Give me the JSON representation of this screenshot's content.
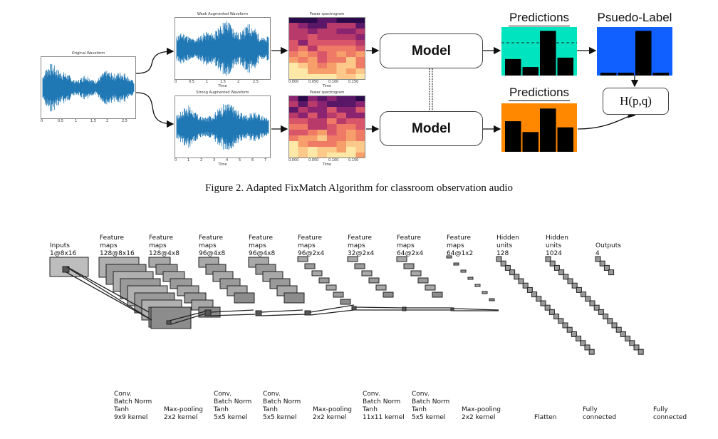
{
  "fixmatch": {
    "original_title": "Original Waveform",
    "original_ticks": [
      "0",
      "0.5",
      "1",
      "1.5",
      "2",
      "2.5"
    ],
    "weak_title": "Weak Augmented Waveform",
    "weak_ticks": [
      "0",
      "0.5",
      "1",
      "1.5",
      "2",
      "2.5"
    ],
    "strong_title": "Strong Augmented Waveform",
    "strong_ticks": [
      "0",
      "1",
      "2",
      "3",
      "4",
      "5",
      "6",
      "7"
    ],
    "time_label": "Time",
    "spectro_title": "Power spectrogram",
    "spectro_ticks": [
      "0.000",
      "0.050",
      "0.100",
      "0.150"
    ],
    "model_label": "Model",
    "predictions_title": "Predictions",
    "pseudo_label_title": "Psuedo-Label",
    "loss_label": "H(p,q)",
    "colors": {
      "waveform": "#1f77b4",
      "weak_pred_bg": "#00e5c0",
      "strong_pred_bg": "#ff8800",
      "pseudo_bg": "#1060ff",
      "bar": "#000000"
    },
    "weak_pred_bars": [
      0.35,
      0.18,
      0.95,
      0.38
    ],
    "strong_pred_bars": [
      0.65,
      0.42,
      0.92,
      0.52
    ],
    "pseudo_bars": [
      0.06,
      0.06,
      0.95,
      0.06
    ]
  },
  "caption": "Figure 2. Adapted FixMatch Algorithm for classroom observation audio",
  "cnn": {
    "top_labels": [
      "Inputs\n1@8x16",
      "Feature\nmaps\n128@8x16",
      "Feature\nmaps\n128@4x8",
      "Feature\nmaps\n96@4x8",
      "Feature\nmaps\n96@4x8",
      "Feature\nmaps\n96@2x4",
      "Feature\nmaps\n32@2x4",
      "Feature\nmaps\n64@2x4",
      "Feature\nmaps\n64@1x2",
      "Hidden\nunits\n128",
      "Hidden\nunits\n1024",
      "Outputs\n4"
    ],
    "bottom_labels": [
      "Conv.\nBatch Norm\nTanh\n9x9 kernel",
      "Max-pooling\n2x2 kernel",
      "Conv.\nBatch Norm\nTanh\n5x5 kernel",
      "Conv.\nBatch Norm\nTanh\n5x5 kernel",
      "Max-pooling\n2x2 kernel",
      "Conv.\nBatch Norm\nTanh\n11x11 kernel",
      "Conv.\nBatch Norm\nTanh\n5x5 kernel",
      "Max-pooling\n2x2 kernel",
      "Flatten",
      "Fully\nconnected",
      "Fully\nconnected"
    ]
  }
}
